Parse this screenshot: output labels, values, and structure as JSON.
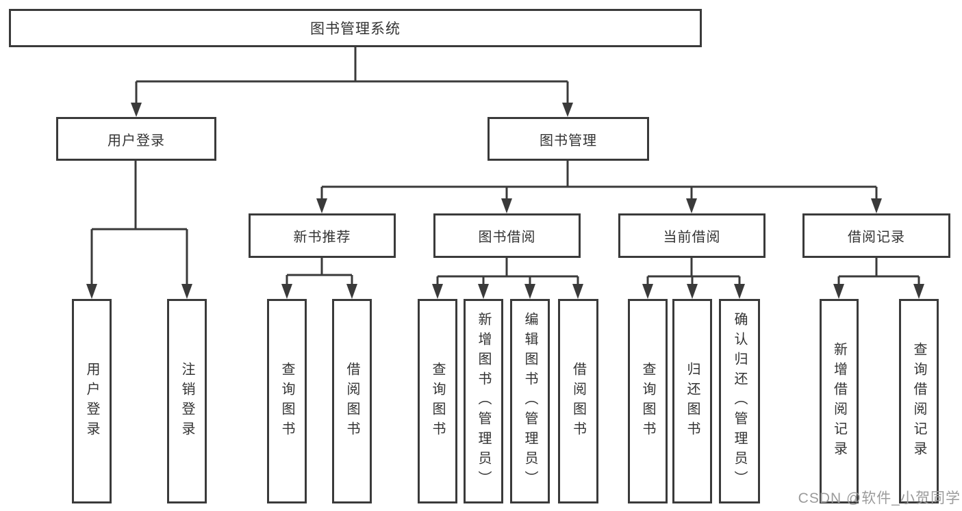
{
  "colors": {
    "line": "#3a3a3a",
    "text": "#333333",
    "watermark": "#9b9b9b",
    "background": "#ffffff"
  },
  "nodes": {
    "root": {
      "label": "图书管理系统"
    },
    "user_login": {
      "label": "用户登录"
    },
    "book_mgmt": {
      "label": "图书管理"
    },
    "new_books": {
      "label": "新书推荐"
    },
    "borrow": {
      "label": "图书借阅"
    },
    "current": {
      "label": "当前借阅"
    },
    "records": {
      "label": "借阅记录"
    },
    "user_login_leaf": {
      "label": "用户登录"
    },
    "logout_leaf": {
      "label": "注销登录"
    },
    "nb_query": {
      "label": "查询图书"
    },
    "nb_borrow": {
      "label": "借阅图书"
    },
    "bw_query": {
      "label": "查询图书"
    },
    "bw_add": {
      "label": "新增图书（管理员）"
    },
    "bw_edit": {
      "label": "编辑图书（管理员）"
    },
    "bw_borrow": {
      "label": "借阅图书"
    },
    "cu_query": {
      "label": "查询图书"
    },
    "cu_return": {
      "label": "归还图书"
    },
    "cu_confirm": {
      "label": "确认归还（管理员）"
    },
    "rc_add": {
      "label": "新增借阅记录"
    },
    "rc_query": {
      "label": "查询借阅记录"
    }
  },
  "edges": [
    [
      "root",
      "user_login"
    ],
    [
      "root",
      "book_mgmt"
    ],
    [
      "user_login",
      "user_login_leaf"
    ],
    [
      "user_login",
      "logout_leaf"
    ],
    [
      "book_mgmt",
      "new_books"
    ],
    [
      "book_mgmt",
      "borrow"
    ],
    [
      "book_mgmt",
      "current"
    ],
    [
      "book_mgmt",
      "records"
    ],
    [
      "new_books",
      "nb_query"
    ],
    [
      "new_books",
      "nb_borrow"
    ],
    [
      "borrow",
      "bw_query"
    ],
    [
      "borrow",
      "bw_add"
    ],
    [
      "borrow",
      "bw_edit"
    ],
    [
      "borrow",
      "bw_borrow"
    ],
    [
      "current",
      "cu_query"
    ],
    [
      "current",
      "cu_return"
    ],
    [
      "current",
      "cu_confirm"
    ],
    [
      "records",
      "rc_add"
    ],
    [
      "records",
      "rc_query"
    ]
  ],
  "watermark": {
    "text": "CSDN @软件_小贺同学"
  }
}
